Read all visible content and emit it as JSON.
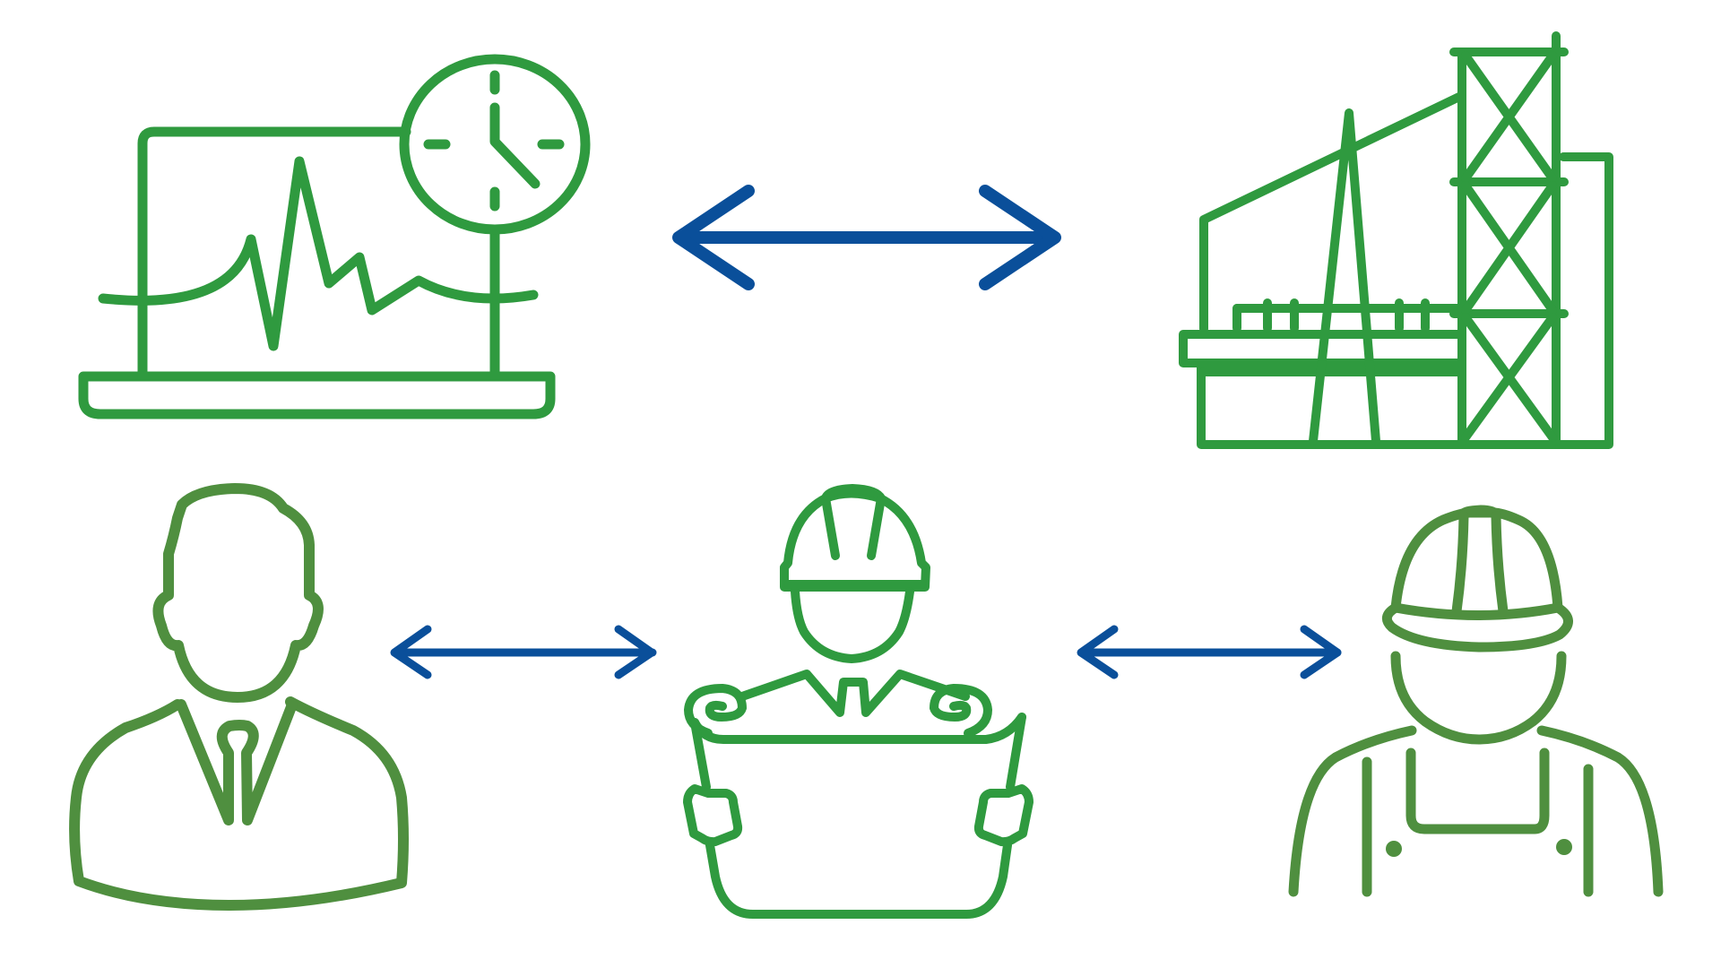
{
  "diagram": {
    "colors": {
      "icon_green": "#2f9a3f",
      "person_green": "#4f8f3f",
      "arrow_blue": "#0a4f9a",
      "background": "#ffffff"
    },
    "nodes": [
      {
        "id": "monitoring",
        "icon": "laptop-clock-signal-icon"
      },
      {
        "id": "plant",
        "icon": "industrial-plant-icon"
      },
      {
        "id": "manager",
        "icon": "businessman-icon"
      },
      {
        "id": "engineer",
        "icon": "engineer-with-blueprint-icon"
      },
      {
        "id": "worker",
        "icon": "construction-worker-icon"
      }
    ],
    "connections": [
      {
        "from": "monitoring",
        "to": "plant",
        "type": "bidirectional"
      },
      {
        "from": "manager",
        "to": "engineer",
        "type": "bidirectional"
      },
      {
        "from": "engineer",
        "to": "worker",
        "type": "bidirectional"
      }
    ]
  }
}
